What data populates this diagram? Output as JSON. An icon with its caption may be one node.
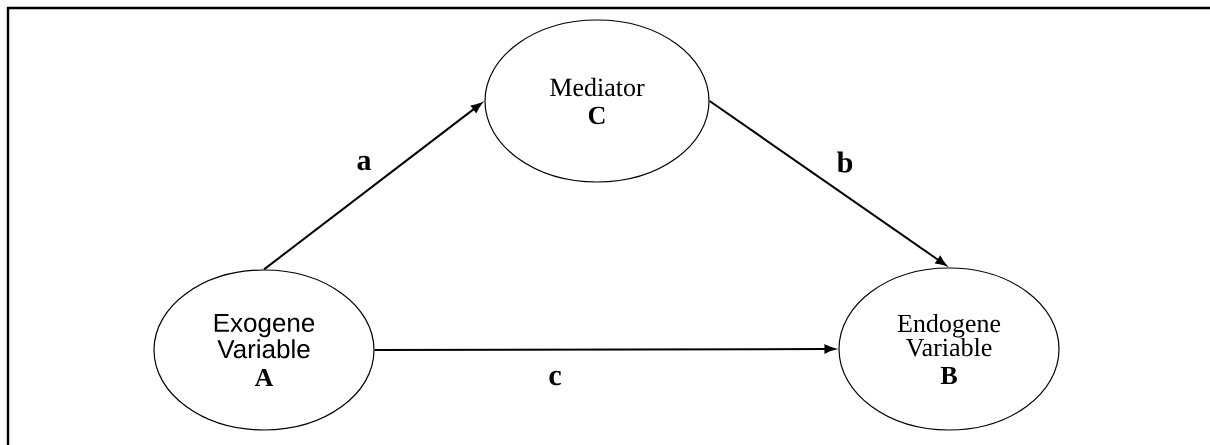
{
  "diagram": {
    "nodes": [
      {
        "text": [
          "Exogene Variable",
          "A"
        ]
      },
      {
        "text": [
          "Mediator",
          "C"
        ]
      },
      {
        "text": [
          "Endogene Variable",
          "B"
        ]
      }
    ],
    "edges": [
      {
        "from": 0,
        "to": 1,
        "arrow": "to",
        "label": "a"
      },
      {
        "from": 1,
        "to": 2,
        "arrow": "to",
        "label": "b"
      },
      {
        "from": 0,
        "to": 2,
        "arrow": "to",
        "label": "c"
      }
    ]
  }
}
